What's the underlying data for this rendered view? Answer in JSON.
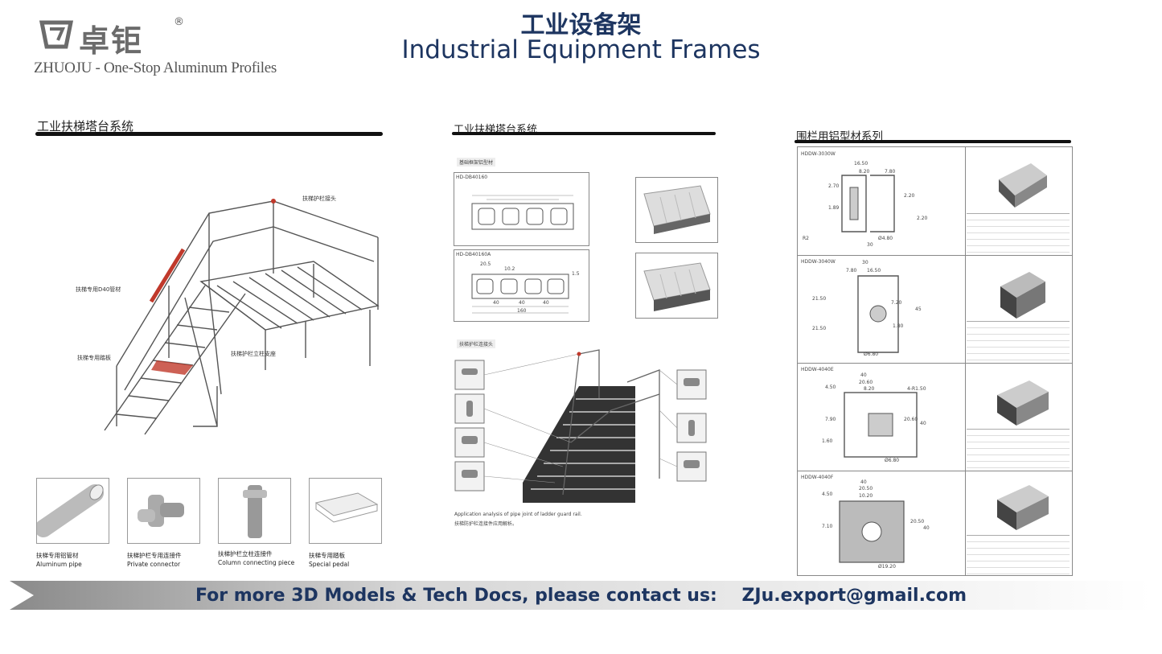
{
  "header": {
    "logo_cn": "卓钜",
    "logo_reg": "®",
    "tagline": "ZHUOJU - One-Stop Aluminum Profiles",
    "title_cn": "工业设备架",
    "title_en": "Industrial Equipment Frames"
  },
  "panel_left": {
    "title": "工业扶梯塔台系统",
    "labels": {
      "handrail_joint": "扶梯护栏接头",
      "pipe": "扶梯专用D40管材",
      "pedal": "扶梯专用踏板",
      "column_support": "扶梯护栏立柱支座"
    },
    "thumbs": [
      {
        "cn": "扶梯专用铝管材",
        "en": "Aluminum pipe"
      },
      {
        "cn": "扶梯护栏专用连接件",
        "en": "Private connector"
      },
      {
        "cn": "扶梯护栏立柱连接件",
        "en": "Column connecting piece"
      },
      {
        "cn": "扶梯专用踏板",
        "en": "Special pedal"
      }
    ]
  },
  "panel_mid": {
    "title": "工业扶梯塔台系统",
    "section1": "基础框架铝型材",
    "profile1": "HD-DB40160",
    "profile2": "HD-DB40160A",
    "dims2": [
      "20.5",
      "10.2",
      "1.5",
      "40",
      "40",
      "40",
      "160"
    ],
    "section2": "扶梯护栏连接头",
    "caption_en": "Application analysis of pipe joint of ladder guard rail.",
    "caption_cn": "扶梯防护栏连接件应用解析。"
  },
  "panel_right": {
    "title": "围栏用铝型材系列",
    "rows": [
      {
        "code": "HDDW-3030W",
        "dims": [
          "16.50",
          "8.20",
          "7.80",
          "2.70",
          "1.89",
          "2.20",
          "2.20",
          "R2",
          "Ø4.80",
          "30"
        ]
      },
      {
        "code": "HDDW-3040W",
        "dims": [
          "30",
          "7.80",
          "16.50",
          "21.50",
          "7.20",
          "45",
          "1.80",
          "21.50",
          "Ø6.80"
        ]
      },
      {
        "code": "HDDW-4040E",
        "dims": [
          "40",
          "20.60",
          "8.20",
          "4.50",
          "4-R1.50",
          "7.90",
          "1.60",
          "20.60",
          "Ø6.80",
          "40"
        ]
      },
      {
        "code": "HDDW-4040F",
        "dims": [
          "40",
          "20.50",
          "10.20",
          "4.50",
          "7.10",
          "20.50",
          "40",
          "Ø19.20"
        ]
      }
    ]
  },
  "footer": {
    "text": "For more 3D Models & Tech Docs, please contact us:    ZJu.export@gmail.com"
  },
  "colors": {
    "title_blue": "#1d3560",
    "logo_gray": "#6b6b6b",
    "accent_red": "#c0392b"
  }
}
